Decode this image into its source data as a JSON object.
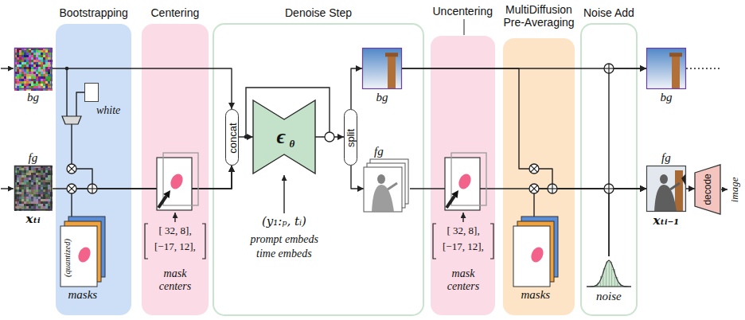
{
  "diagram": {
    "nodes": [
      {
        "text": [
          "bg"
        ]
      },
      {
        "text": [
          "fg",
          "xₜᵢ"
        ]
      },
      {
        "text": [
          "Bootstrapping"
        ]
      },
      {
        "text": [
          "white"
        ],
        "in": 2
      },
      {
        "text": [
          "(quantized)",
          "masks"
        ],
        "in": 2
      },
      {
        "text": [
          "Centering"
        ]
      },
      {
        "text": [
          "Denoise Step"
        ]
      },
      {
        "text": [
          "concat"
        ],
        "in": 6
      },
      {
        "text": [
          "ϵ",
          "θ"
        ],
        "in": 6
      },
      {
        "text": [
          "split"
        ],
        "in": 6
      },
      {
        "text": [
          "bg"
        ],
        "in": 6
      },
      {
        "text": [
          "fg"
        ],
        "in": 6
      },
      {
        "text": [
          "Uncentering"
        ]
      },
      {
        "text": [
          "MultiDiffusion Pre-Averaging"
        ]
      },
      {
        "text": [
          "masks"
        ],
        "in": 13
      },
      {
        "text": [
          "Noise Add"
        ]
      },
      {
        "text": [
          "noise"
        ],
        "in": 15
      },
      {
        "text": [
          "bg"
        ]
      },
      {
        "text": [
          "fg",
          "xₜᵢ₋₁"
        ]
      },
      {
        "text": [
          "decode"
        ]
      }
    ],
    "edges": [
      {
        "from": 0,
        "to": 7,
        "arrow": "to"
      },
      {
        "from": 1,
        "to": 7,
        "arrow": "to"
      },
      {
        "from": 3,
        "to": 7,
        "arrow": "to"
      },
      {
        "from": 4,
        "to": 7,
        "arrow": "to"
      },
      {
        "from": 7,
        "to": 8,
        "arrow": "to"
      },
      {
        "from": 8,
        "to": 9,
        "arrow": "to"
      },
      {
        "from": 9,
        "to": 10,
        "arrow": "to"
      },
      {
        "from": 9,
        "to": 11,
        "arrow": "to"
      },
      {
        "from": 10,
        "to": 17,
        "arrow": "to"
      },
      {
        "from": 10,
        "to": 18,
        "arrow": "to"
      },
      {
        "from": 11,
        "to": 18,
        "arrow": "to"
      },
      {
        "from": 14,
        "to": 18,
        "arrow": "to"
      },
      {
        "from": 16,
        "to": 17,
        "arrow": "to"
      },
      {
        "from": 16,
        "to": 18,
        "arrow": "to"
      },
      {
        "from": 18,
        "to": 19,
        "arrow": "to"
      }
    ],
    "labels": [
      "[ 32, 8],",
      "[−17, 12],",
      "mask centers",
      "(y₁:ₚ, tᵢ)",
      "prompt embeds",
      "time embeds",
      "[ 32, 8],",
      "[−17, 12],",
      "mask centers",
      "image"
    ]
  }
}
